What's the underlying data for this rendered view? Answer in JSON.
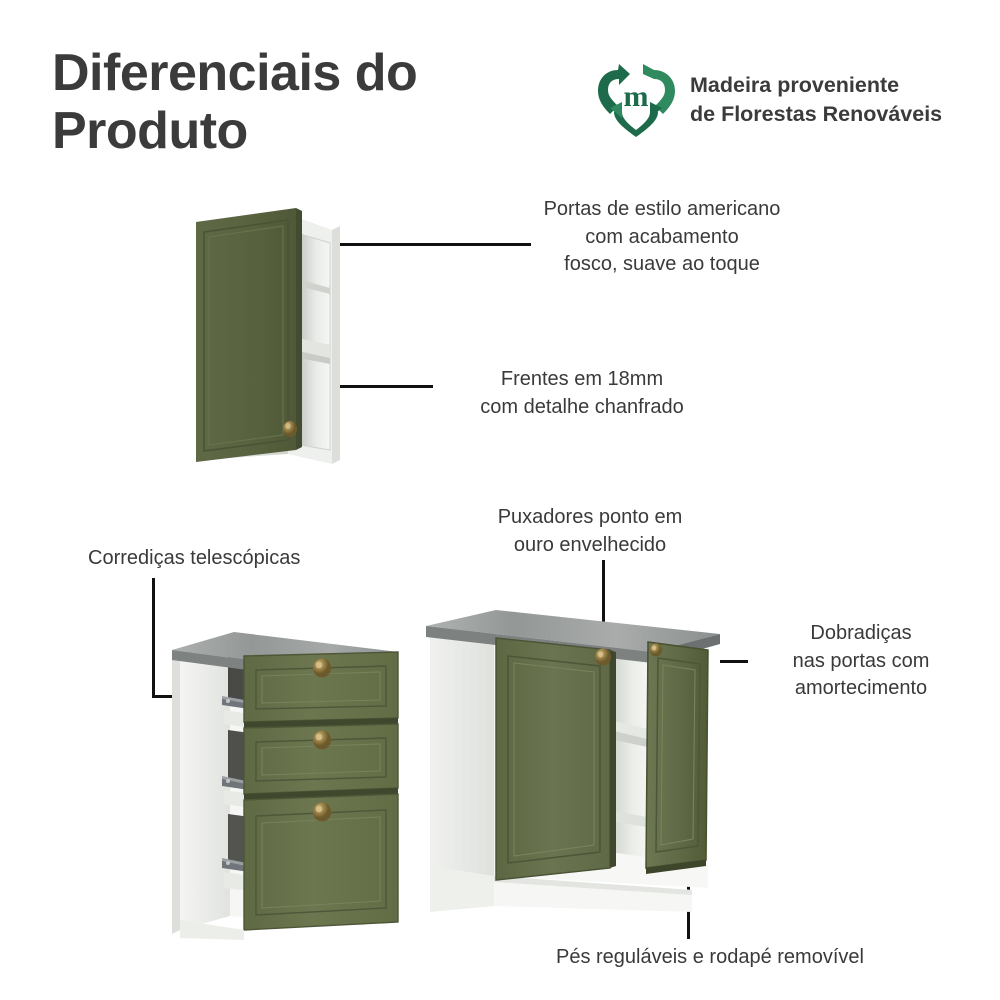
{
  "header": {
    "title": "Diferenciais do Produto",
    "logo": {
      "icon": "recycle-heart-logo-icon",
      "monogram": "m",
      "text": "Madeira proveniente\nde Florestas Renováveis",
      "color_dark": "#1d6b4a",
      "color_mid": "#2f8a5f"
    }
  },
  "callouts": [
    {
      "id": "doors",
      "text": "Portas de estilo americano\ncom acabamento\nfosco, suave ao toque"
    },
    {
      "id": "fronts",
      "text": "Frentes em 18mm\ncom detalhe chanfrado"
    },
    {
      "id": "slides",
      "text": "Corrediças telescópicas"
    },
    {
      "id": "knobs",
      "text": "Puxadores ponto em\nouro envelhecido"
    },
    {
      "id": "hinges",
      "text": "Dobradiças\nnas portas com\namortecimento"
    },
    {
      "id": "feet",
      "text": "Pés reguláveis e rodapé removível"
    }
  ],
  "illustrations": {
    "wall_cabinet": {
      "name": "wall-cabinet-illustration",
      "doors": 1,
      "shelves": 2,
      "knobs": 1
    },
    "drawer_cabinet": {
      "name": "drawer-cabinet-illustration",
      "drawers": 3,
      "knobs": 3
    },
    "base_cabinet": {
      "name": "base-cabinet-illustration",
      "doors": 2,
      "knobs": 2,
      "shelves": 1
    }
  },
  "colors": {
    "background": "#ffffff",
    "text": "#3a3a3a",
    "door_green": "#5a6440",
    "door_green_light": "#6b7550",
    "door_green_dark": "#4a5336",
    "carcass_white": "#f2f3f1",
    "carcass_shadow": "#d9dbd6",
    "counter_grey": "#9a9d9c",
    "counter_grey_dark": "#76797a",
    "knob_gold": "#8a7340",
    "leader_line": "#111111"
  }
}
